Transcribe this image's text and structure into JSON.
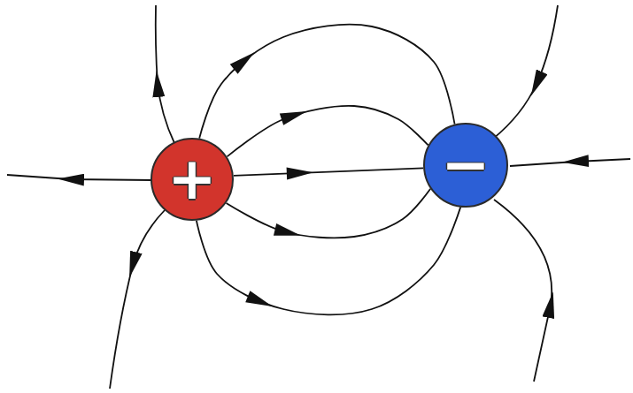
{
  "diagram": {
    "nodes": [
      {
        "text": [
          "+"
        ]
      },
      {
        "text": [
          "−"
        ]
      }
    ],
    "edges": [
      {
        "from": 0,
        "to": 1,
        "arrow": "to"
      },
      {
        "from": 0,
        "to": 1,
        "arrow": "to"
      },
      {
        "from": 0,
        "to": 1,
        "arrow": "to"
      },
      {
        "from": 0,
        "to": 1,
        "arrow": "to"
      },
      {
        "from": 0,
        "to": 1,
        "arrow": "to"
      }
    ]
  }
}
